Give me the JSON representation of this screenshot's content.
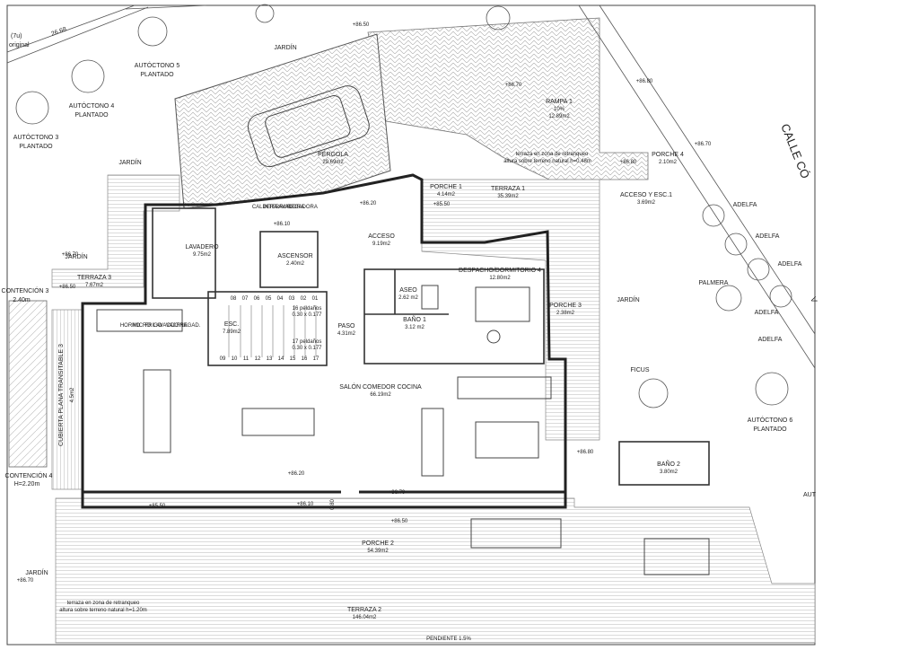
{
  "top_left": {
    "dim": "26.68",
    "ref1": "(7u)",
    "ref2": "original"
  },
  "garden_label": "JARDÍN",
  "trees": [
    {
      "name": "AUTÓCTONO 5",
      "state": "PLANTADO"
    },
    {
      "name": "AUTÓCTONO 4",
      "state": "PLANTADO"
    },
    {
      "name": "AUTÓCTONO 3",
      "state": "PLANTADO"
    },
    {
      "name": "AUTÓCTONO 6",
      "state": "PLANTADO"
    }
  ],
  "right_trees": {
    "adelfa": "ADELFA",
    "palmera": "PALMERA",
    "ficus": "FICUS",
    "auto_cut": "AUT"
  },
  "street": "CALLE CÓ",
  "right_edge": "V",
  "rooms": {
    "rampa": {
      "name": "RAMPA 1",
      "slope": "10%",
      "area": "12.89m2"
    },
    "pergola": {
      "name": "PÉRGOLA",
      "area": "29.69m2"
    },
    "porche1": {
      "name": "PORCHE 1",
      "area": "4.14m2"
    },
    "terraza1": {
      "name": "TERRAZA 1",
      "area": "35.39m2"
    },
    "porche4": {
      "name": "PORCHE 4",
      "area": "2.10m2"
    },
    "acceso_esc": {
      "name": "ACCESO Y ESC.1",
      "area": "3.69m2"
    },
    "lavadero": {
      "name": "LAVADERO",
      "area": "9.75m2"
    },
    "ascensor": {
      "name": "ASCENSOR",
      "area": "2.40m2"
    },
    "acceso": {
      "name": "ACCESO",
      "area": "9.19m2"
    },
    "despacho": {
      "name": "DESPACHO/DORMITORIO 4",
      "area": "12.80m2"
    },
    "aseo": {
      "name": "ASEO",
      "area": "2.62 m2"
    },
    "bano1": {
      "name": "BAÑO 1",
      "area": "3.12 m2"
    },
    "porche3": {
      "name": "PORCHE 3",
      "area": "2.38m2"
    },
    "terraza3": {
      "name": "TERRAZA 3",
      "area": "7.67m2"
    },
    "esc": {
      "name": "ESC.",
      "area": "7.89m2"
    },
    "paso": {
      "name": "PASO",
      "area": "4.31m2"
    },
    "salon": {
      "name": "SALÓN COMEDOR COCINA",
      "area": "66.19m2"
    },
    "bano2": {
      "name": "BAÑO 2",
      "area": "3.80m2"
    },
    "porche2": {
      "name": "PORCHE 2",
      "area": "54.39m2"
    },
    "terraza2": {
      "name": "TERRAZA 2",
      "area": "146.04m2"
    }
  },
  "stairs": {
    "upper": {
      "steps": "16 peldaños",
      "dims": "0.30 x 0.177"
    },
    "lower": {
      "steps": "17 peldaños",
      "dims": "0.30 x 0.177"
    },
    "top_numbers": [
      "08",
      "07",
      "06",
      "05",
      "04",
      "03",
      "02",
      "01"
    ],
    "bottom_numbers": [
      "09",
      "10",
      "11",
      "12",
      "13",
      "14",
      "15",
      "16",
      "17"
    ]
  },
  "cubierta": {
    "name": "CUBIERTA PLANA TRANSITABLE 3",
    "area": "4.5m2"
  },
  "contencion3": {
    "name": "CONTENCIÓN 3",
    "height": "2.40m"
  },
  "contencion4": {
    "name": "CONTENCIÓN 4",
    "height": "H=2.20m"
  },
  "retranqueo_top": {
    "line1": "terraza en zona de retranqueo",
    "line2": "altura sobre terreno natural h=0.48m"
  },
  "retranqueo_bottom": {
    "line1": "terraza en zona de retranqueo",
    "line2": "altura sobre terreno natural h=1.20m"
  },
  "pendiente": "PENDIENTE 1.5%",
  "levels": [
    "+86.50",
    "+86.70",
    "+86.80",
    "+86.20",
    "+85.50",
    "+86.10",
    "+86.70"
  ],
  "kitchen_labels": [
    "HORNO",
    "MICRO",
    "FRIGO",
    "LAVAVAJ.",
    "COCINA",
    "FREGAD."
  ],
  "lav_labels": [
    "CALDERA",
    "INTERRUP.",
    "LAVADORA",
    "SECADORA"
  ],
  "small_dim": "0.80"
}
